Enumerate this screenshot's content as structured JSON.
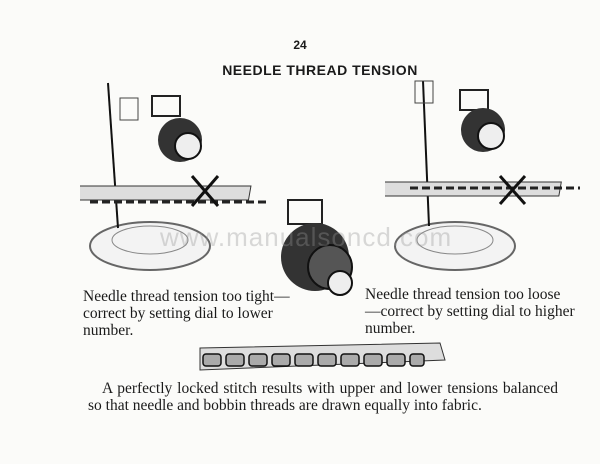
{
  "page_number": "24",
  "title": "NEEDLE THREAD TENSION",
  "captions": {
    "left": "Needle thread tension too tight—correct by setting dial to lower number.",
    "right": "Needle thread tension too loose—correct by setting dial to higher number.",
    "bottom": "A perfectly locked stitch results with upper and lower tensions balanced so that needle and bobbin threads are drawn equally into fabric."
  },
  "watermark": "www.manualsoncd.com",
  "icons": [
    "tension-dial-illustration",
    "fabric-stitch-illustration",
    "error-x-mark",
    "bobbin-plate-illustration"
  ]
}
